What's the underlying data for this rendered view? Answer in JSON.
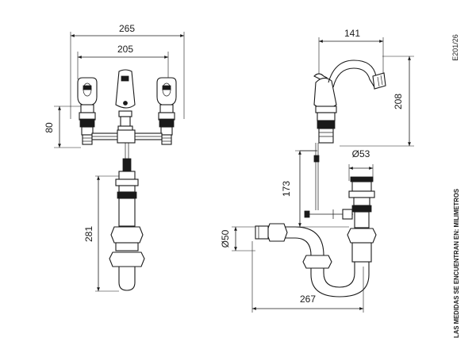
{
  "front_view": {
    "dim_overall_width": "265",
    "dim_handle_spacing": "205",
    "dim_height": "80",
    "dim_drain_length": "281"
  },
  "side_view": {
    "dim_spout_reach": "141",
    "dim_spout_height": "208",
    "dim_drain_diameter": "Ø53",
    "dim_rod_length": "173",
    "dim_pipe_diameter": "Ø50",
    "dim_trap_length": "267"
  },
  "side_notes": {
    "reference_code": "E201/26",
    "units_note": "LAS MEDIDAS SE ENCUENTRAN EN: MILIMETROS"
  }
}
